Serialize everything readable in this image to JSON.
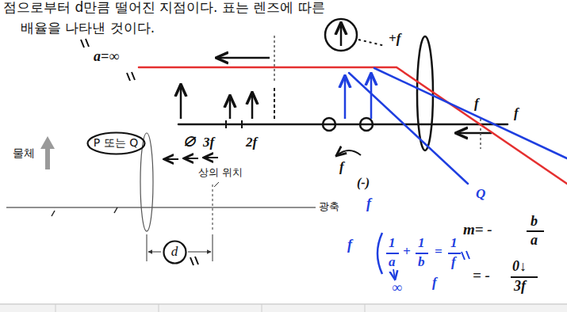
{
  "diagram": {
    "nodes": [
      {
        "text": [
          "P 또는 Q"
        ]
      },
      {
        "text": [
          "d"
        ]
      }
    ],
    "labels": [
      "점으로부터 d만큼 떨어진 지점이다. 표는 렌즈에 따른",
      "배율을 나타낸 것이다.",
      "물체",
      "상의 위치",
      "광축",
      "a=∞",
      "3f",
      "2f",
      "∅",
      "f",
      "(-)",
      "+f",
      "f",
      "f",
      "Q",
      "f",
      "f",
      "1",
      "a",
      "+",
      "1",
      "b",
      "=",
      "1",
      "f",
      "∞",
      "f",
      "m= -",
      "b",
      "a",
      "= -",
      "0↓",
      "3f"
    ]
  }
}
